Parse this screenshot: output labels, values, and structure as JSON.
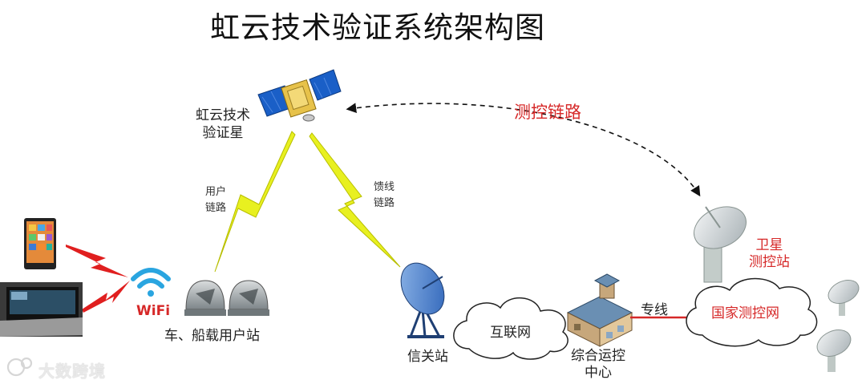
{
  "title": "虹云技术验证系统架构图",
  "satellite_label": [
    "虹云技术",
    "验证星"
  ],
  "user_link_label": [
    "用户",
    "链路"
  ],
  "feeder_link_label": [
    "馈线",
    "链路"
  ],
  "tt_link_label": "测控链路",
  "wifi_label": "WiFi",
  "user_station_label": "车、船载用户站",
  "gateway_label": "信关站",
  "internet_label": "互联网",
  "ops_center_label": [
    "综合运控",
    "中心"
  ],
  "leased_line_label": "专线",
  "national_tt_net_label": "国家测控网",
  "sat_tt_station_label": [
    "卫星",
    "测控站"
  ],
  "watermark_text": "大数跨境",
  "colors": {
    "accent_red": "#d62828",
    "lightning_yellow": "#e8f020",
    "wifi_blue": "#2aa5e0",
    "panel_blue": "#1a5fc7"
  }
}
